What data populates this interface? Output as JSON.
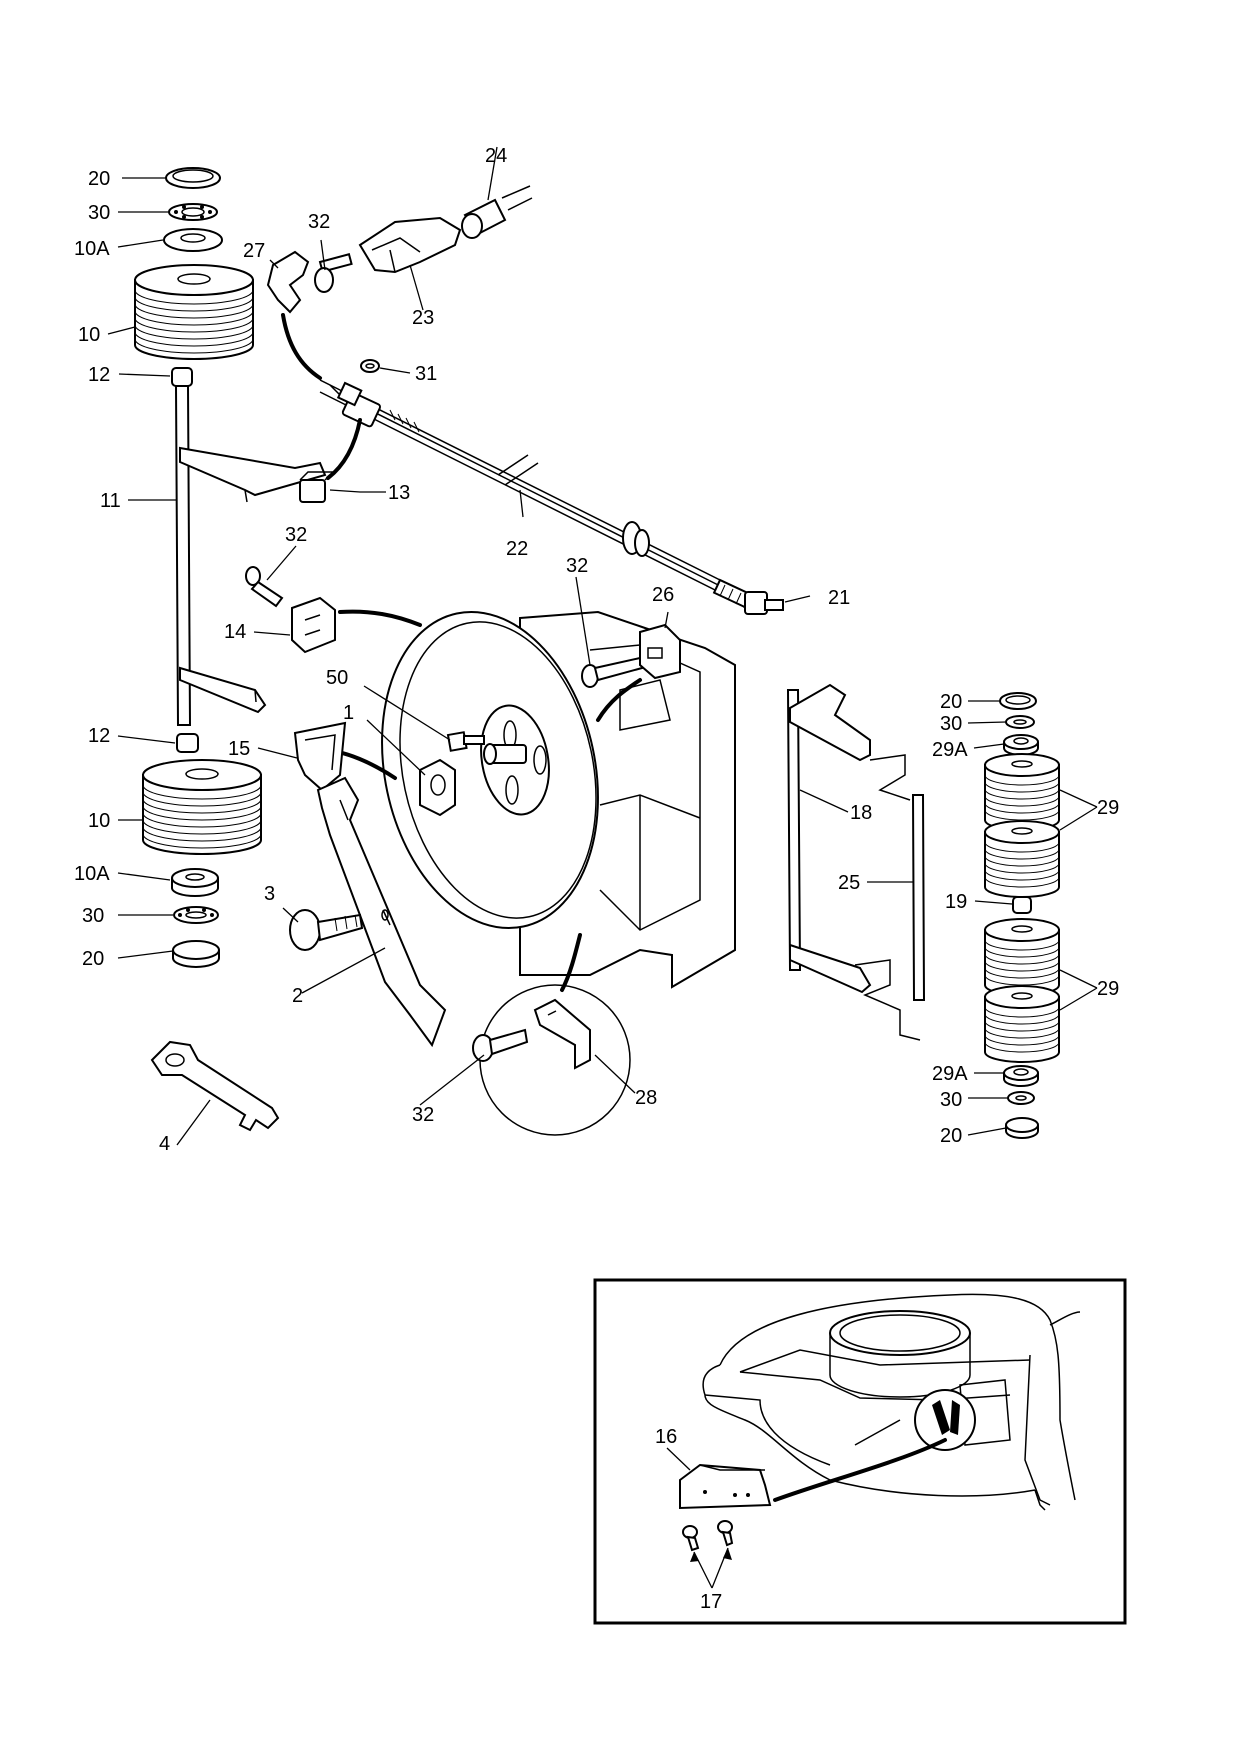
{
  "callouts": {
    "c1": "1",
    "c2": "2",
    "c3": "3",
    "c4": "4",
    "c10_top": "10",
    "c10_bottom": "10",
    "c10a_top": "10A",
    "c10a_bottom": "10A",
    "c11": "11",
    "c12_top": "12",
    "c12_bottom": "12",
    "c13": "13",
    "c14": "14",
    "c15": "15",
    "c16": "16",
    "c17": "17",
    "c18": "18",
    "c19": "19",
    "c20_top_left": "20",
    "c20_bottom_left": "20",
    "c20_top_right": "20",
    "c20_bottom_right": "20",
    "c21": "21",
    "c22": "22",
    "c23": "23",
    "c24": "24",
    "c25": "25",
    "c26": "26",
    "c27": "27",
    "c28": "28",
    "c29_a": "29",
    "c29_b": "29",
    "c29a_top": "29A",
    "c29a_bottom": "29A",
    "c30_top_left": "30",
    "c30_bottom_left": "30",
    "c30_top_right": "30",
    "c30_bottom_right": "30",
    "c31": "31",
    "c32_a": "32",
    "c32_b": "32",
    "c32_c": "32",
    "c32_d": "32",
    "c50": "50"
  }
}
